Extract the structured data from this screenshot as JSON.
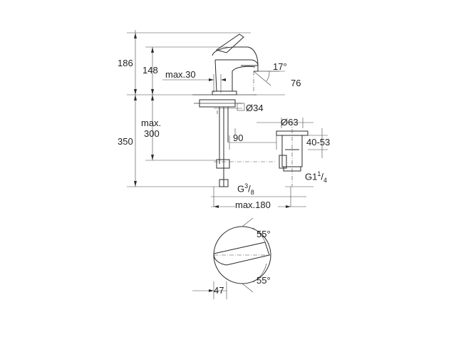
{
  "dimensions": {
    "h186": "186",
    "h148": "148",
    "max30": "max.30",
    "angle17": "17°",
    "d76": "76",
    "dia34": "Ø34",
    "max300_line1": "max.",
    "max300_line2": "300",
    "h350": "350",
    "d90": "90",
    "dia63": "Ø63",
    "range40_53": "40-53",
    "g1_base": "G1",
    "g1_num": "1",
    "g1_den": "4",
    "g38_base": "G",
    "g38_num": "3",
    "g38_den": "8",
    "max180": "max.180",
    "angle55_top": "55°",
    "angle55_bottom": "55°",
    "d47": "47"
  }
}
